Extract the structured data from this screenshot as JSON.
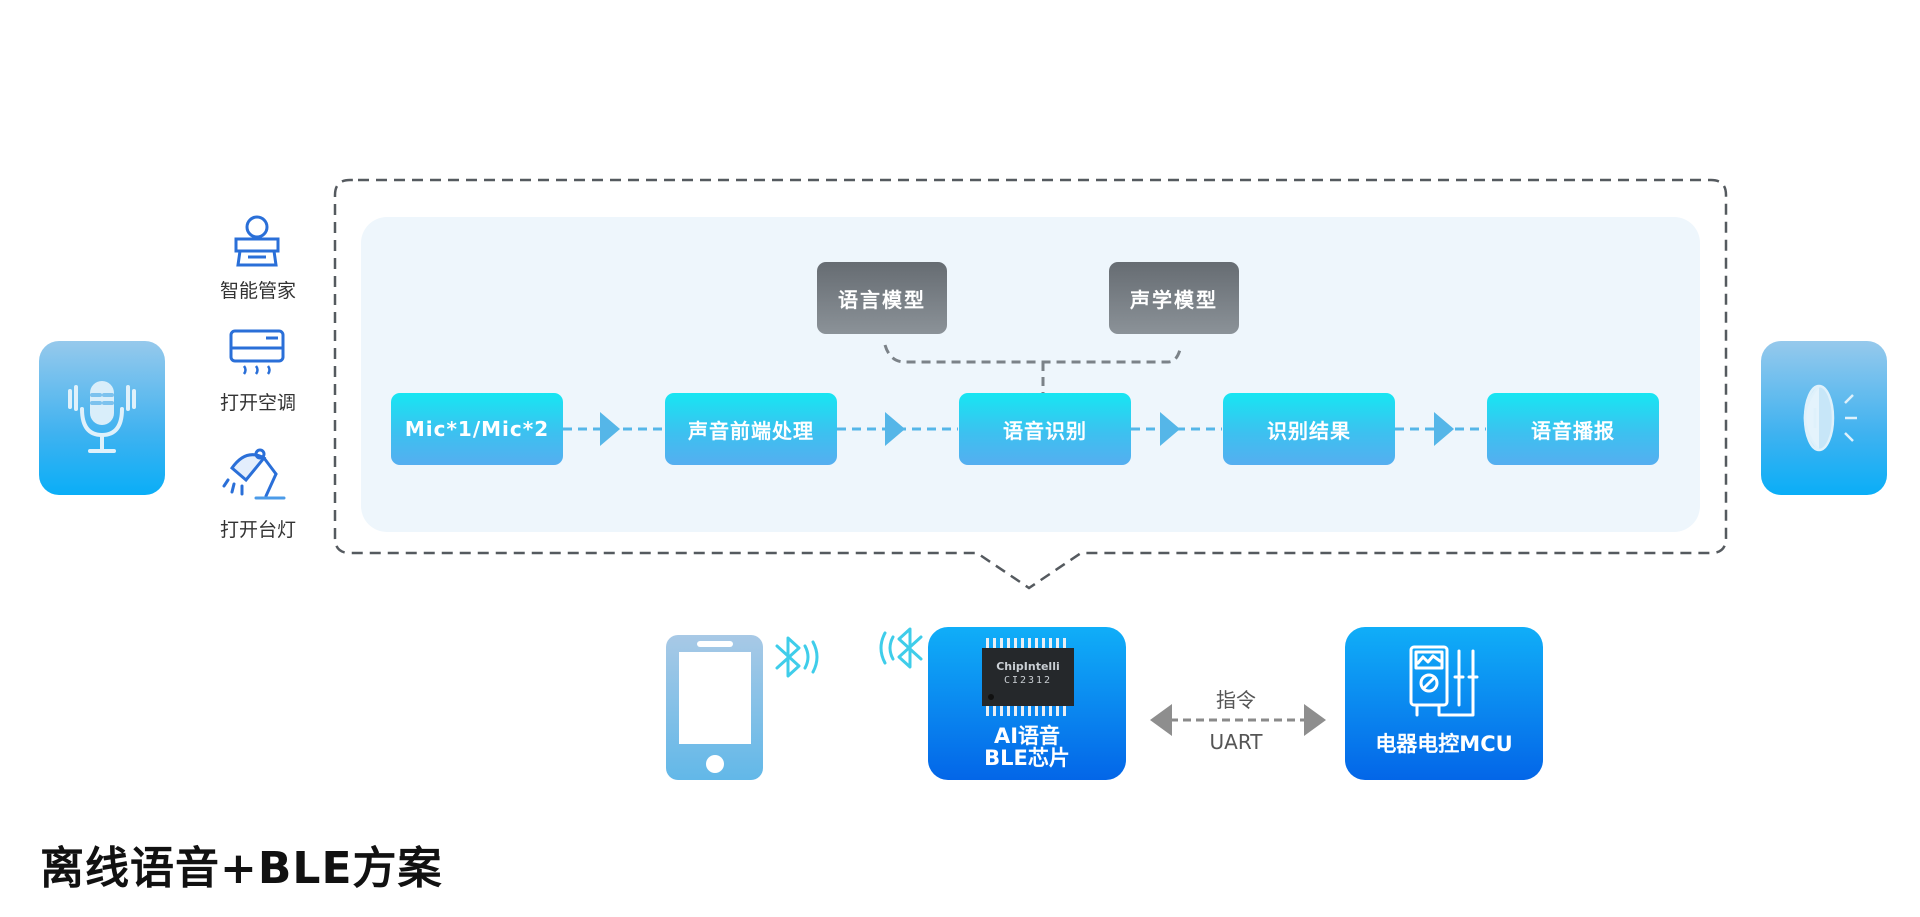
{
  "title": "离线语音+BLE方案",
  "colors": {
    "flow_box_top": "#17e6f2",
    "flow_box_bottom": "#55aef0",
    "model_box": "#6f757b",
    "chip_tile": "#0a86ef",
    "panel_bg": "#eef6fc",
    "dash_frame": "#555555",
    "arrow": "#55b6e8"
  },
  "scenes": [
    {
      "icon": "butler-icon",
      "label": "智能管家"
    },
    {
      "icon": "air-conditioner-icon",
      "label": "打开空调"
    },
    {
      "icon": "desk-lamp-icon",
      "label": "打开台灯"
    }
  ],
  "input_icon": "microphone-icon",
  "output_icon": "speaker-icon",
  "models": [
    {
      "label": "语言模型"
    },
    {
      "label": "声学模型"
    }
  ],
  "pipeline": [
    {
      "label": "Mic*1/Mic*2"
    },
    {
      "label": "声音前端处理"
    },
    {
      "label": "语音识别"
    },
    {
      "label": "识别结果"
    },
    {
      "label": "语音播报"
    }
  ],
  "bottom": {
    "phone_icon": "smartphone-icon",
    "bluetooth_icon": "bluetooth-icon",
    "chip": {
      "brand": "ChipIntelli",
      "model": "CI2312",
      "label_line1": "AI语音",
      "label_line2": "BLE芯片"
    },
    "link": {
      "top_label": "指令",
      "bottom_label": "UART"
    },
    "mcu": {
      "icon": "multimeter-icon",
      "label": "电器电控MCU"
    }
  }
}
